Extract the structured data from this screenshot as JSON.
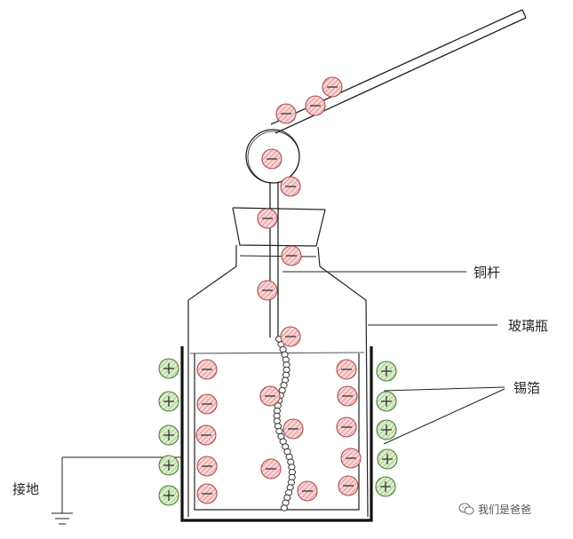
{
  "labels": {
    "copper_rod": "铜杆",
    "glass_bottle": "玻璃瓶",
    "tin_foil": "锡箔",
    "ground": "接地"
  },
  "watermark": {
    "text": "我们是爸爸",
    "icon": "wechat-icon"
  },
  "colors": {
    "negative_charge_fill": "#f3c4c4",
    "negative_charge_stroke": "#b04848",
    "positive_charge_fill": "#cfe8bb",
    "positive_charge_stroke": "#4e7a38",
    "line": "#222222"
  },
  "charges": {
    "negative_symbol": "−",
    "positive_symbol": "+"
  }
}
